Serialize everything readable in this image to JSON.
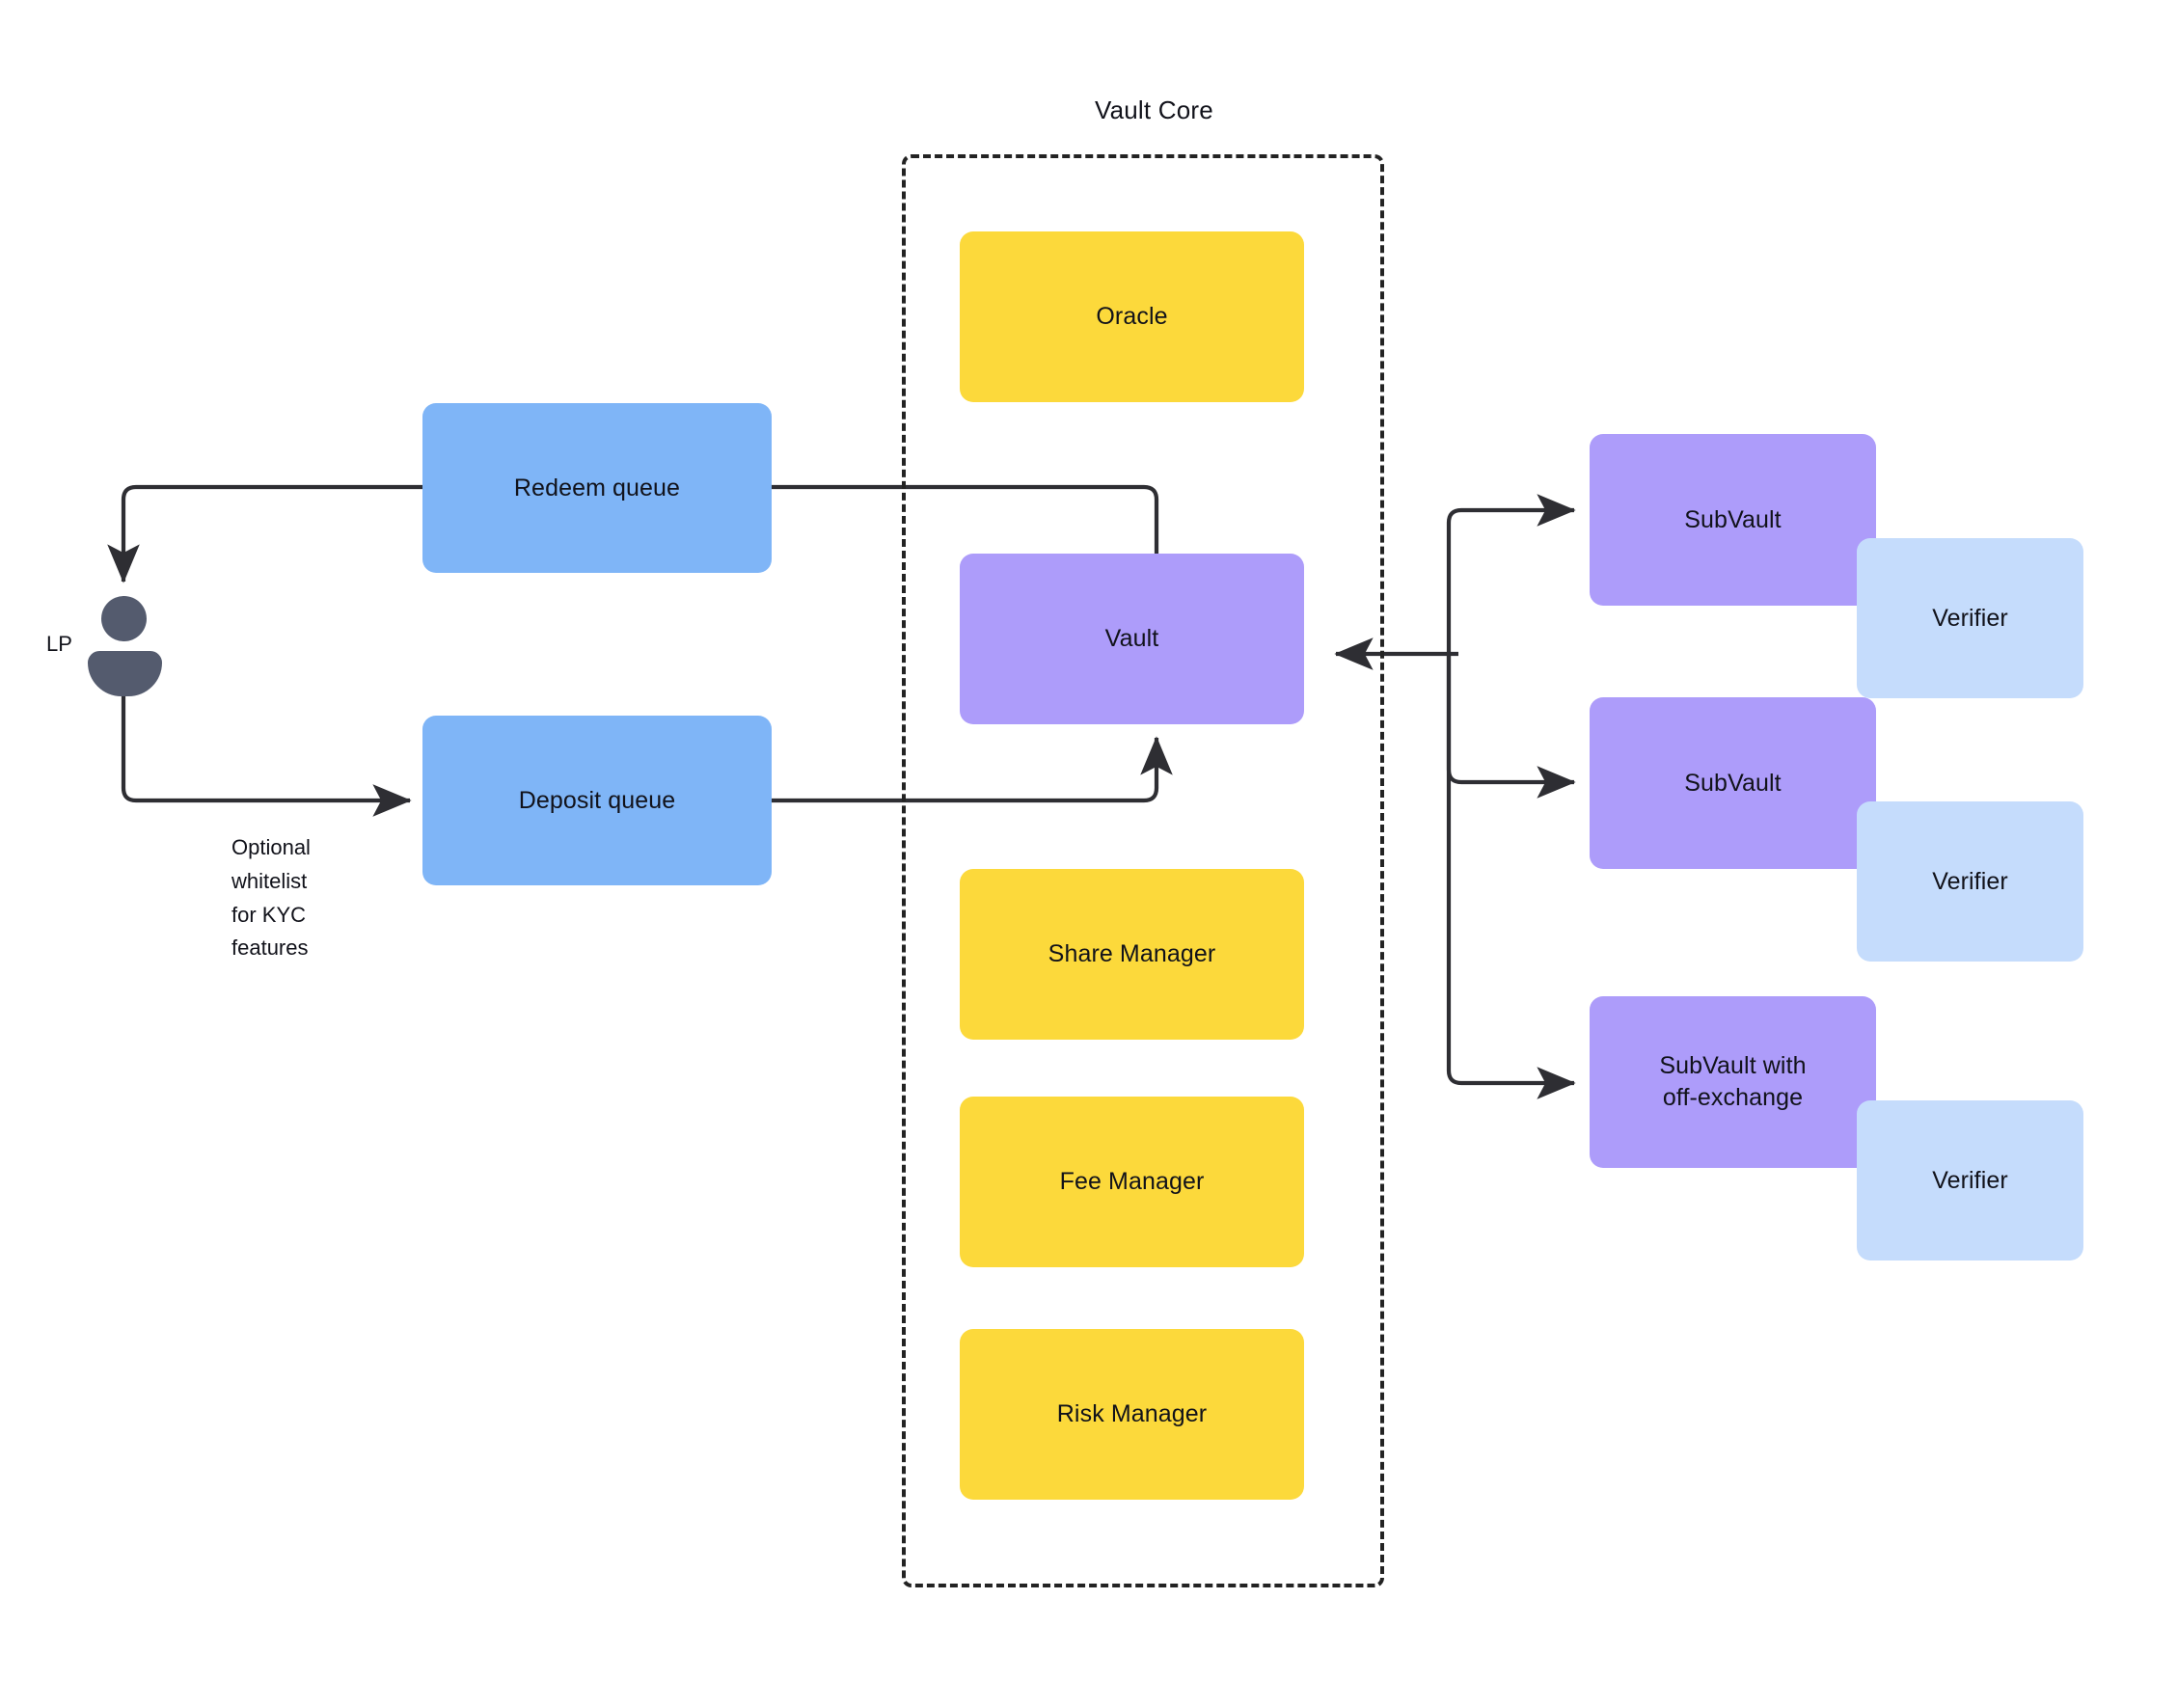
{
  "diagram": {
    "title": "Vault Core",
    "colors": {
      "yellow": "#FCD93B",
      "blue": "#7FB5F7",
      "purple": "#AD9CFA",
      "light_blue": "#C5DCFC",
      "actor_gray": "#545B6E",
      "stroke": "#2e2e33",
      "background": "#FFFFFF"
    },
    "group": {
      "label": "Vault Core",
      "border_style": "dashed"
    },
    "actor": {
      "label": "LP",
      "icon": "person-icon"
    },
    "annotations": {
      "whitelist_note": "Optional\nwhitelist\nfor KYC\nfeatures"
    },
    "nodes": {
      "redeem_queue": "Redeem queue",
      "deposit_queue": "Deposit queue",
      "oracle": "Oracle",
      "vault": "Vault",
      "share_manager": "Share Manager",
      "fee_manager": "Fee Manager",
      "risk_manager": "Risk Manager",
      "subvault_1": "SubVault",
      "subvault_2": "SubVault",
      "subvault_3": "SubVault with\noff-exchange",
      "verifier_1": "Verifier",
      "verifier_2": "Verifier",
      "verifier_3": "Verifier"
    }
  }
}
